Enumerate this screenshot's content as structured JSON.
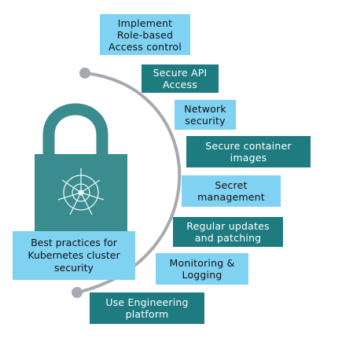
{
  "center_label": "Best practices for\nKubernetes cluster\nsecurity",
  "icons": {
    "lock": "padlock-icon",
    "kubernetes": "kubernetes-helm-icon"
  },
  "colors": {
    "light_box": "#7fd2f2",
    "dark_box": "#1e7c80",
    "lock_body": "#3a8c8f",
    "arc": "#a7a9b0"
  },
  "practices": [
    {
      "label": "Implement\nRole-based\nAccess control",
      "style": "light"
    },
    {
      "label": "Secure API\nAccess",
      "style": "dark"
    },
    {
      "label": "Network\nsecurity",
      "style": "light"
    },
    {
      "label": "Secure container\nimages",
      "style": "dark"
    },
    {
      "label": "Secret\nmanagement",
      "style": "light"
    },
    {
      "label": "Regular updates\nand patching",
      "style": "dark"
    },
    {
      "label": "Monitoring &\nLogging",
      "style": "light"
    },
    {
      "label": "Use Engineering\nplatform",
      "style": "dark"
    }
  ]
}
